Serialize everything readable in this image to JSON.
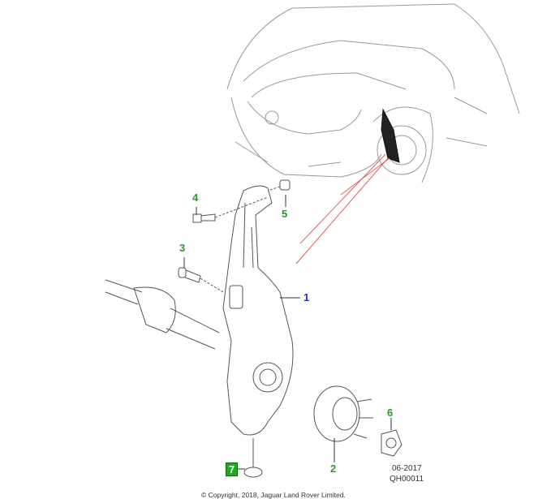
{
  "callouts": [
    {
      "id": "1",
      "label": "1",
      "color": "#2233cc"
    },
    {
      "id": "2",
      "label": "2",
      "color": "#2a9a2a"
    },
    {
      "id": "3",
      "label": "3",
      "color": "#2a9a2a"
    },
    {
      "id": "4",
      "label": "4",
      "color": "#2a9a2a"
    },
    {
      "id": "5",
      "label": "5",
      "color": "#2a9a2a"
    },
    {
      "id": "6",
      "label": "6",
      "color": "#2a9a2a"
    },
    {
      "id": "7",
      "label": "7",
      "color": "#ffffff",
      "highlight": "#22aa22"
    }
  ],
  "date_code": "06-2017",
  "illustration_code": "QH00011",
  "copyright": "© Copyright, 2018, Jaguar Land Rover Limited."
}
